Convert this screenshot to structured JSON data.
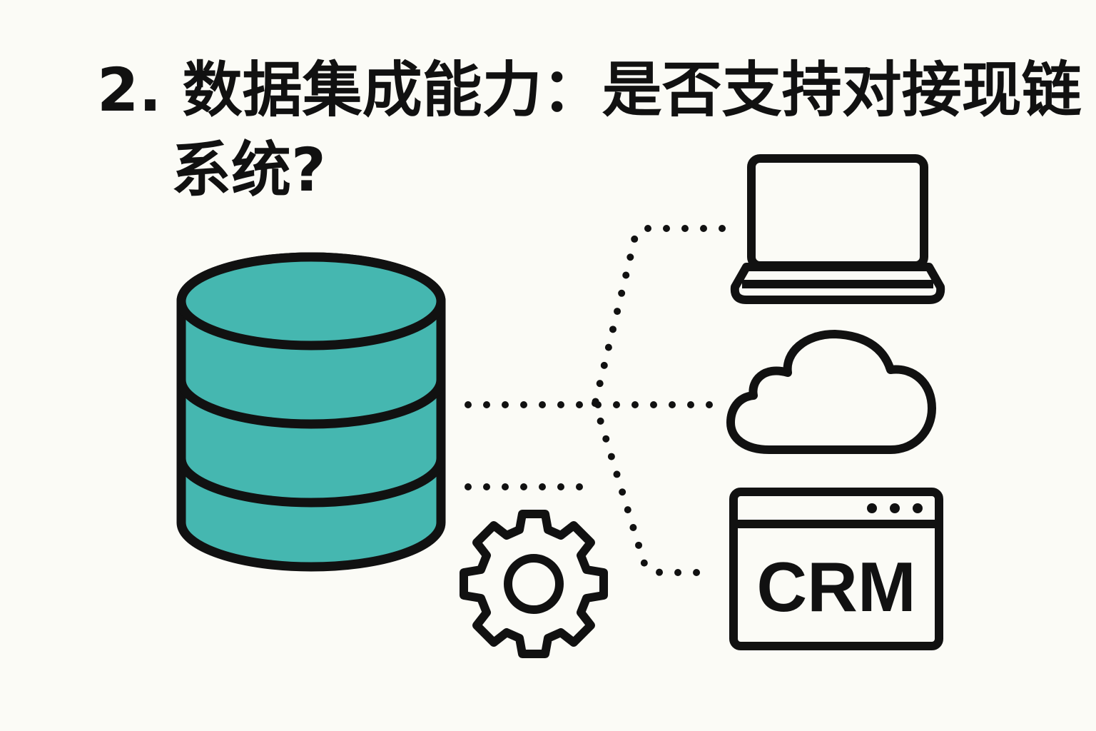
{
  "heading": {
    "line1": "2. 数据集成能力：是否支持对接现链",
    "line2": "系统?"
  },
  "crm_label": "CRM",
  "colors": {
    "background": "#FBFBF6",
    "database_fill": "#45B7B0",
    "stroke": "#111111"
  },
  "icons": [
    "database-icon",
    "gear-icon",
    "laptop-icon",
    "cloud-icon",
    "crm-window-icon"
  ]
}
